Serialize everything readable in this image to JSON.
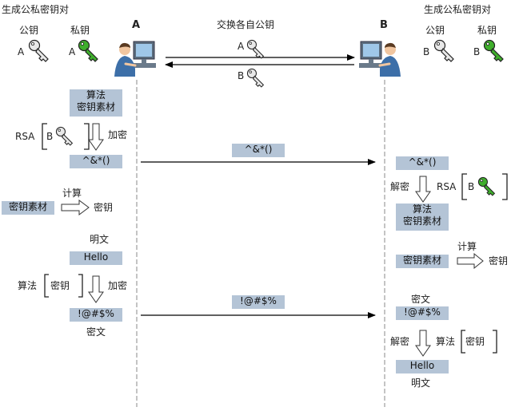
{
  "colors": {
    "box_fill": "#b4c4d6",
    "public_key": "#e8e8e8",
    "private_key": "#3fae2c",
    "lifeline": "#888888",
    "arrow": "#000000",
    "hollow_arrow": "#ffffff"
  },
  "icons": {
    "person_a": "person-at-computer-icon",
    "person_b": "person-at-computer-icon",
    "public_key": "white-key-icon",
    "private_key": "green-key-icon",
    "hollow_arrow": "hollow-arrow-icon"
  },
  "header": {
    "left_title": "生成公私密钥对",
    "right_title": "生成公私密钥对",
    "center_title": "交换各自公钥"
  },
  "parties": {
    "a": "A",
    "b": "B"
  },
  "left_keys": {
    "public_label": "公钥",
    "private_label": "私钥",
    "public_letter": "A",
    "private_letter": "A"
  },
  "right_keys": {
    "public_label": "公钥",
    "private_label": "私钥",
    "public_letter": "B",
    "private_letter": "B"
  },
  "exchange": {
    "key_a": "A",
    "key_b": "B"
  },
  "a_side": {
    "material_line1": "算法",
    "material_line2": "密钥素材",
    "rsa": "RSA",
    "rsa_key_letter": "B",
    "encrypt1": "加密",
    "cipher1": "^&*()",
    "material_box": "密钥素材",
    "compute": "计算",
    "key": "密钥",
    "plaintext_label": "明文",
    "hello": "Hello",
    "algo": "算法",
    "algo_key": "密钥",
    "encrypt2": "加密",
    "cipher2": "!@#$%",
    "ciphertext_label": "密文"
  },
  "messages": {
    "msg1": "^&*()",
    "msg2": "!@#$%"
  },
  "b_side": {
    "cipher1": "^&*()",
    "decrypt1": "解密",
    "rsa": "RSA",
    "rsa_key_letter": "B",
    "material_line1": "算法",
    "material_line2": "密钥素材",
    "material_box": "密钥素材",
    "compute": "计算",
    "key": "密钥",
    "ciphertext_label": "密文",
    "cipher2": "!@#$%",
    "decrypt2": "解密",
    "algo": "算法",
    "algo_key": "密钥",
    "hello": "Hello",
    "plaintext_label": "明文"
  }
}
